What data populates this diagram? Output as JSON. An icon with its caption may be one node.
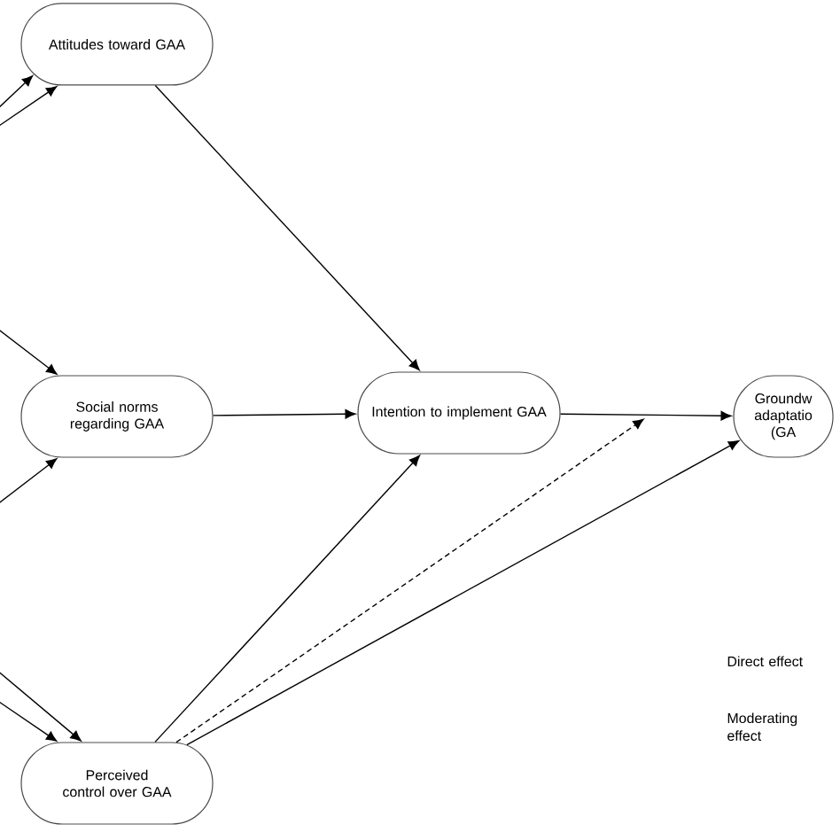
{
  "diagram": {
    "nodes": [
      {
        "text": [
          "Attitudes toward GAA"
        ]
      },
      {
        "text": [
          "Social norms regarding GAA"
        ]
      },
      {
        "text": [
          "Intention to implement GAA"
        ]
      },
      {
        "text": [
          "Groundw adaptatio (GA"
        ]
      },
      {
        "text": [
          "Perceived control over GAA"
        ]
      }
    ],
    "edges": [
      {
        "from": null,
        "to": 0,
        "arrow": "to"
      },
      {
        "from": null,
        "to": 0,
        "arrow": "to"
      },
      {
        "from": null,
        "to": 1,
        "arrow": "to"
      },
      {
        "from": null,
        "to": 1,
        "arrow": "to"
      },
      {
        "from": null,
        "to": 4,
        "arrow": "to"
      },
      {
        "from": null,
        "to": 4,
        "arrow": "to"
      },
      {
        "from": 0,
        "to": 2,
        "arrow": "to"
      },
      {
        "from": 1,
        "to": 2,
        "arrow": "to"
      },
      {
        "from": 4,
        "to": 2,
        "arrow": "to"
      },
      {
        "from": 2,
        "to": 3,
        "arrow": "to"
      },
      {
        "from": 4,
        "to": null,
        "arrow": "to",
        "style": "dashed"
      },
      {
        "from": 4,
        "to": 3,
        "arrow": "to"
      }
    ],
    "legend": [
      {
        "text": "Direct effect"
      },
      {
        "text": "Moderating effect"
      }
    ]
  }
}
